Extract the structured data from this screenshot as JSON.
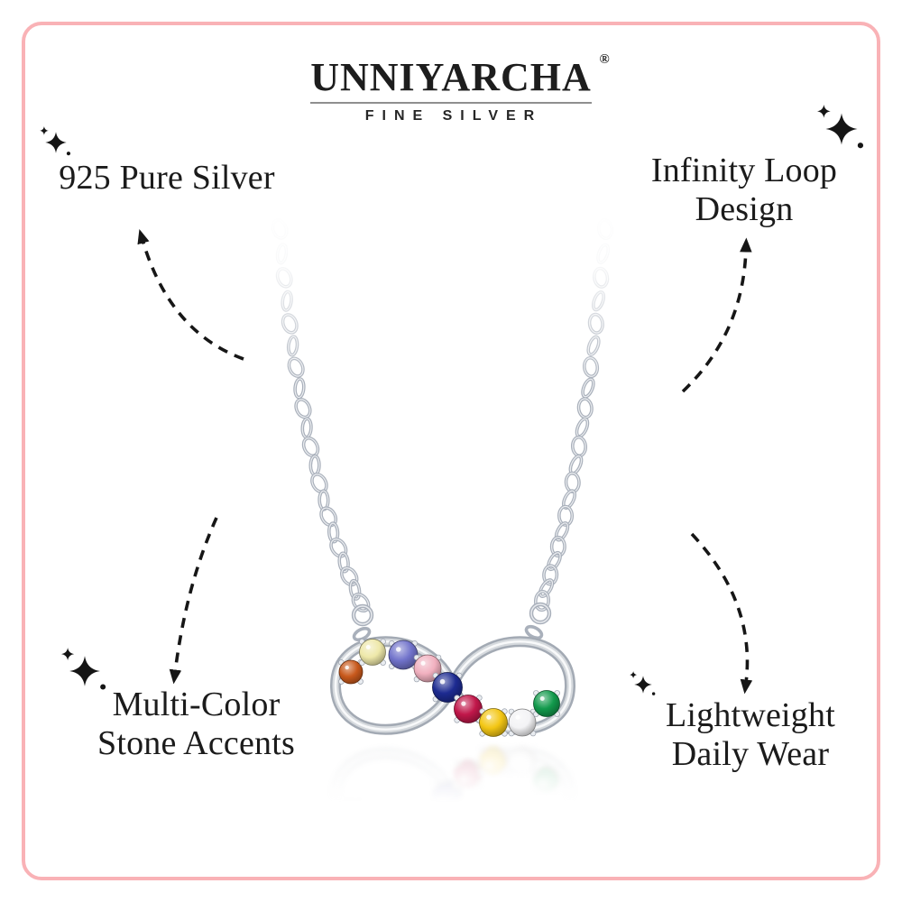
{
  "brand": {
    "name": "UNNIYARCHA",
    "registered_mark": "®",
    "tagline": "FINE SILVER"
  },
  "features": {
    "top_left": {
      "line1": "925 Pure Silver"
    },
    "top_right": {
      "line1": "Infinity Loop",
      "line2": "Design"
    },
    "bottom_left": {
      "line1": "Multi-Color",
      "line2": "Stone Accents"
    },
    "bottom_right": {
      "line1": "Lightweight",
      "line2": "Daily Wear"
    }
  },
  "product": {
    "description": "925 silver necklace with infinity loop pendant set with multi-color stones",
    "metal_color": "#b3bac4",
    "stones": [
      {
        "name": "orange-garnet",
        "color": "#c8591c"
      },
      {
        "name": "pale-yellow",
        "color": "#eee8a9"
      },
      {
        "name": "blue-violet",
        "color": "#7173cb"
      },
      {
        "name": "pink",
        "color": "#f1b0bf"
      },
      {
        "name": "blue-sapphire",
        "color": "#1d2b91"
      },
      {
        "name": "ruby-red",
        "color": "#c1174a"
      },
      {
        "name": "golden-yellow",
        "color": "#f3c614"
      },
      {
        "name": "white-clear",
        "color": "#f3f3f5"
      },
      {
        "name": "green-emerald",
        "color": "#129a4c"
      }
    ]
  },
  "colors": {
    "frame": "#f9b2b6",
    "text": "#1b1b1b",
    "arrow": "#161616",
    "background": "#ffffff"
  }
}
